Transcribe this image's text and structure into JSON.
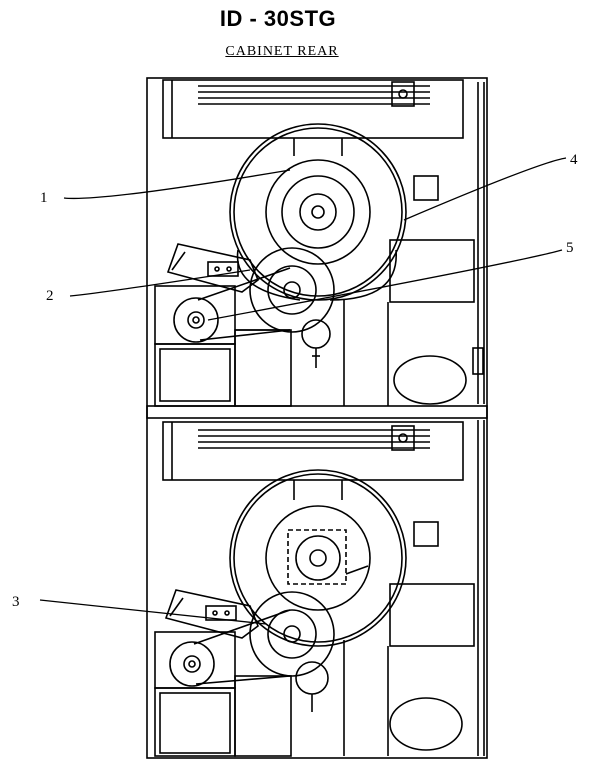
{
  "diagram": {
    "title": "ID - 30STG",
    "subtitle": "CABINET REAR",
    "callouts": {
      "c1": "1",
      "c2": "2",
      "c3": "3",
      "c4": "4",
      "c5": "5"
    }
  }
}
